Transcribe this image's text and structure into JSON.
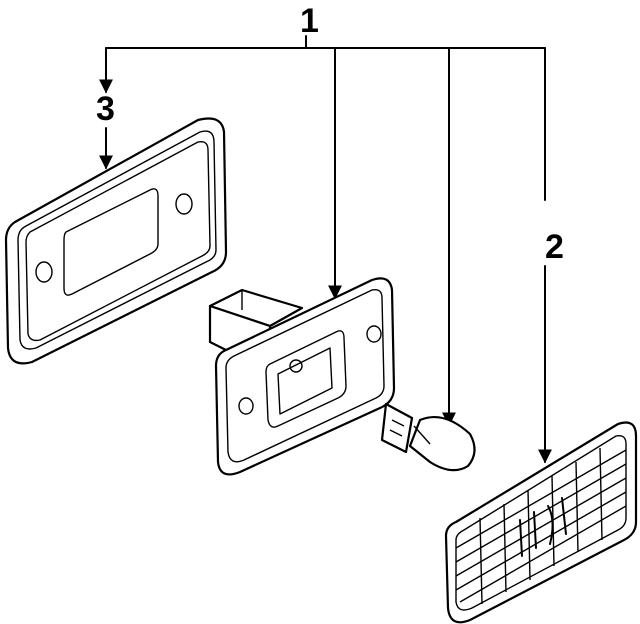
{
  "callouts": {
    "assembly": "1",
    "lens": "2",
    "gasket": "3"
  },
  "colors": {
    "line": "#000000",
    "background": "#ffffff"
  }
}
